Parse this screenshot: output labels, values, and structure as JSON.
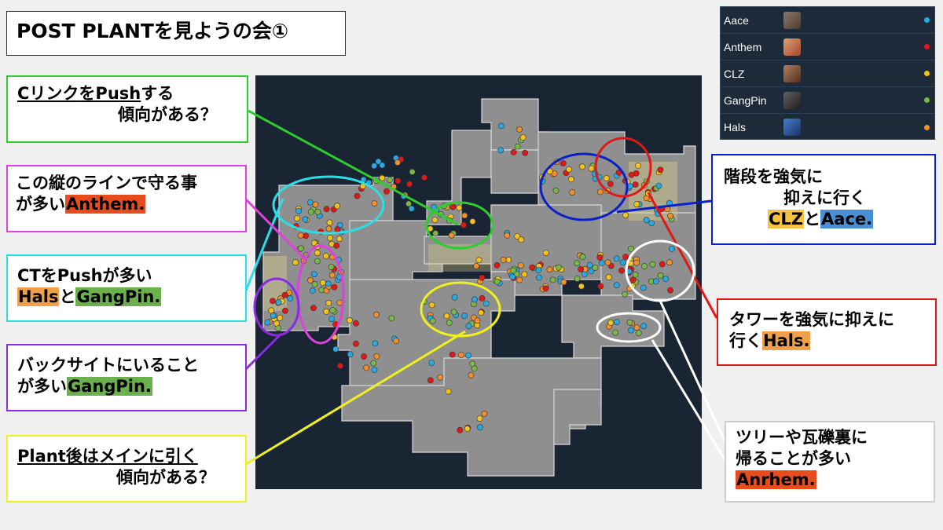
{
  "title": "POST PLANTを見ようの会①",
  "legend": [
    {
      "name": "Aace",
      "color": "#29a9e0"
    },
    {
      "name": "Anthem",
      "color": "#e01818"
    },
    {
      "name": "CLZ",
      "color": "#f5c21b"
    },
    {
      "name": "GangPin",
      "color": "#7ab648"
    },
    {
      "name": "Hals",
      "color": "#f0902a"
    }
  ],
  "notes": {
    "clink": {
      "line1": "Cリンク",
      "line1b": "をPush",
      "line1c": "する",
      "line2": "傾向がある？"
    },
    "vertical": {
      "line1": "この縦のラインで守る事",
      "line2a": "が多い",
      "line2hl": "Anthem."
    },
    "ct": {
      "line1": "CTをPushが多い",
      "hl1": "Hals",
      "mid": "と",
      "hl2": "GangPin."
    },
    "backsite": {
      "line1": "バックサイトにいること",
      "line2a": "が多い",
      "line2hl": "GangPin."
    },
    "plant": {
      "line1": "Plant後はメインに引く",
      "line2": "傾向がある？"
    },
    "stairs": {
      "line1": "階段を強気に",
      "line2": "抑えに行く",
      "hl1": "CLZ",
      "mid": "と",
      "hl2": "Aace."
    },
    "tower": {
      "line1": "タワーを強気に抑えに",
      "line2a": "行く",
      "line2hl": "Hals."
    },
    "tree": {
      "line1": "ツリーや瓦礫裏に",
      "line2": "帰ることが多い",
      "hl": "Anrhem."
    }
  }
}
